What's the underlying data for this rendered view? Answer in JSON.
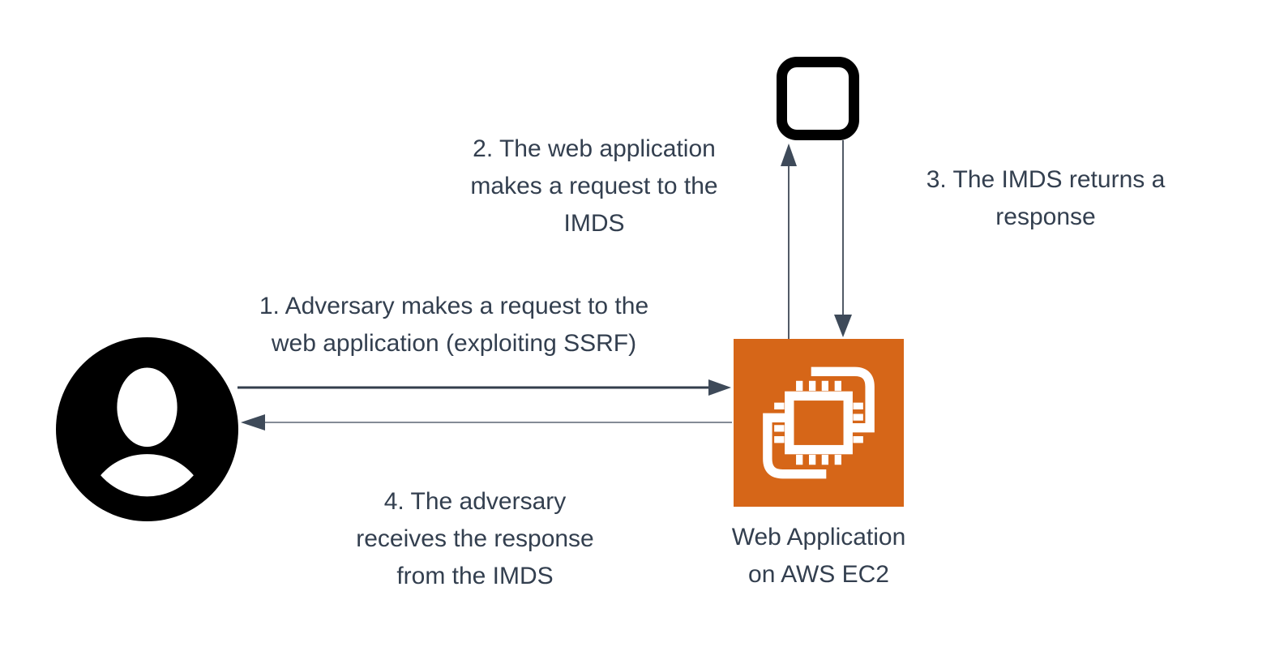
{
  "colors": {
    "background": "#ffffff",
    "text": "#333F4F",
    "ec2_orange": "#D66618",
    "node_black": "#000000",
    "arrow_dark": "#333E4C",
    "arrow_head": "#3E4A59",
    "arrow_thin": "#5B6573"
  },
  "nodes": {
    "adversary": {
      "icon": "person-circle-icon"
    },
    "imds": {
      "icon": "rounded-square-icon"
    },
    "web_app": {
      "icon": "aws-ec2-chip-icon",
      "label_lines": [
        "Web Application",
        "on AWS EC2"
      ]
    }
  },
  "steps": [
    {
      "lines": [
        "1. Adversary makes a request to the",
        "web application (exploiting SSRF)"
      ]
    },
    {
      "lines": [
        "2. The web application",
        "makes a request to the",
        "IMDS"
      ]
    },
    {
      "lines": [
        "3. The IMDS returns a",
        "response"
      ]
    },
    {
      "lines": [
        "4. The adversary",
        "receives the response",
        "from the IMDS"
      ]
    }
  ],
  "arrows": [
    {
      "step": 1,
      "from": "adversary",
      "to": "web_app",
      "direction": "right"
    },
    {
      "step": 2,
      "from": "web_app",
      "to": "imds",
      "direction": "up"
    },
    {
      "step": 3,
      "from": "imds",
      "to": "web_app",
      "direction": "down"
    },
    {
      "step": 4,
      "from": "web_app",
      "to": "adversary",
      "direction": "left"
    }
  ]
}
